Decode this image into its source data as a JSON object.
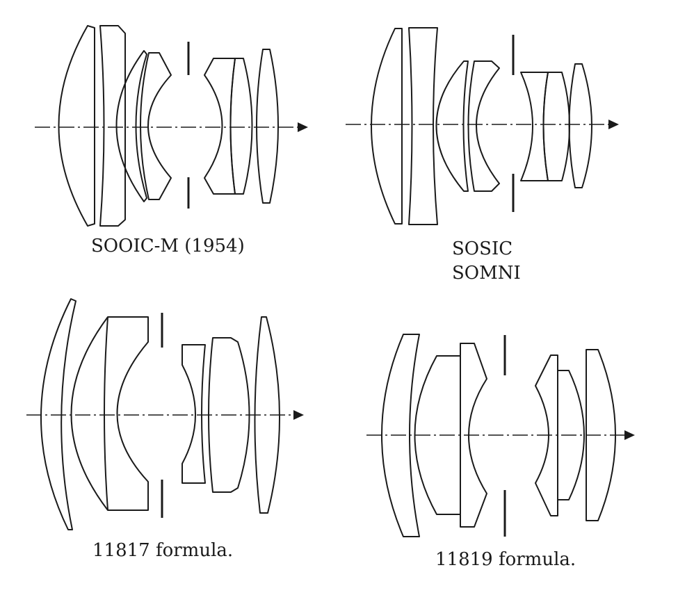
{
  "captions": {
    "sooic_m": "SOOIC-M (1954)",
    "sosic": "SOSIC",
    "somni": "SOMNI",
    "formula_11817": "11817 formula.",
    "formula_11819": "11819 formula."
  }
}
